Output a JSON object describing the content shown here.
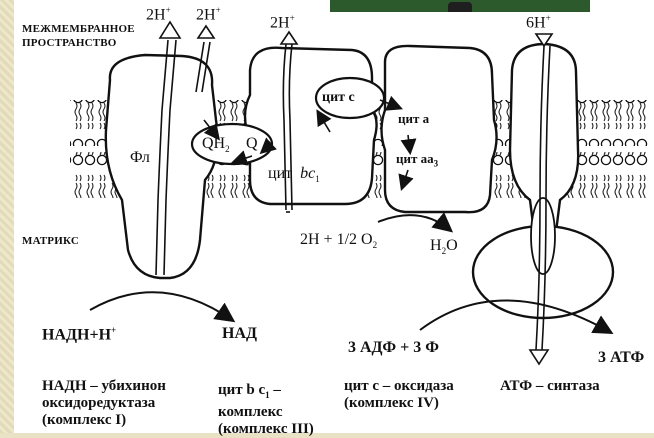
{
  "labels": {
    "space_top": "МЕЖМЕМБРАННОЕ",
    "space_bottom": "ПРОСТРАНСТВО",
    "matrix": "МАТРИКС",
    "h_out_1": "2Н",
    "h_out_1_sup": "+",
    "h_out_2": "2Н",
    "h_out_2_sup": "+",
    "h_out_3": "2Н",
    "h_out_3_sup": "+",
    "h_in_6": "6Н",
    "h_in_6_sup": "+",
    "fl": "Фл",
    "qh2": "QH",
    "qh2_sub": "2",
    "q": "Q",
    "cyt_bc1": "цит",
    "cyt_bc1_b": "bc",
    "cyt_bc1_sub": "1",
    "cyt_c": "цит c",
    "cyt_a": "цит a",
    "cyt_aa3": "цит aa",
    "cyt_aa3_sub": "3",
    "oxygen_reaction": "2Н + 1/2 О",
    "oxygen_sub": "2",
    "water": "Н",
    "water_sub": "2",
    "water_end": "О",
    "nadh": "НАДН+Н",
    "nadh_sup": "+",
    "nad": "НАД",
    "adp": "3 АДФ + 3 Ф",
    "atp": "3 АТФ",
    "complex1_l1": "НАДН – убихинон",
    "complex1_l2": "оксидоредуктаза",
    "complex1_l3": "(комплекс I)",
    "complex3_l1": "цит b c",
    "complex3_l1_sub": "1",
    "complex3_l1_end": " –",
    "complex3_l2": "комплекс",
    "complex3_l3": "(комплекс III)",
    "complex4_l1": "цит c – оксидаза",
    "complex4_l2": "(комплекс IV)",
    "complex5_l1": "АТФ – синтаза"
  }
}
